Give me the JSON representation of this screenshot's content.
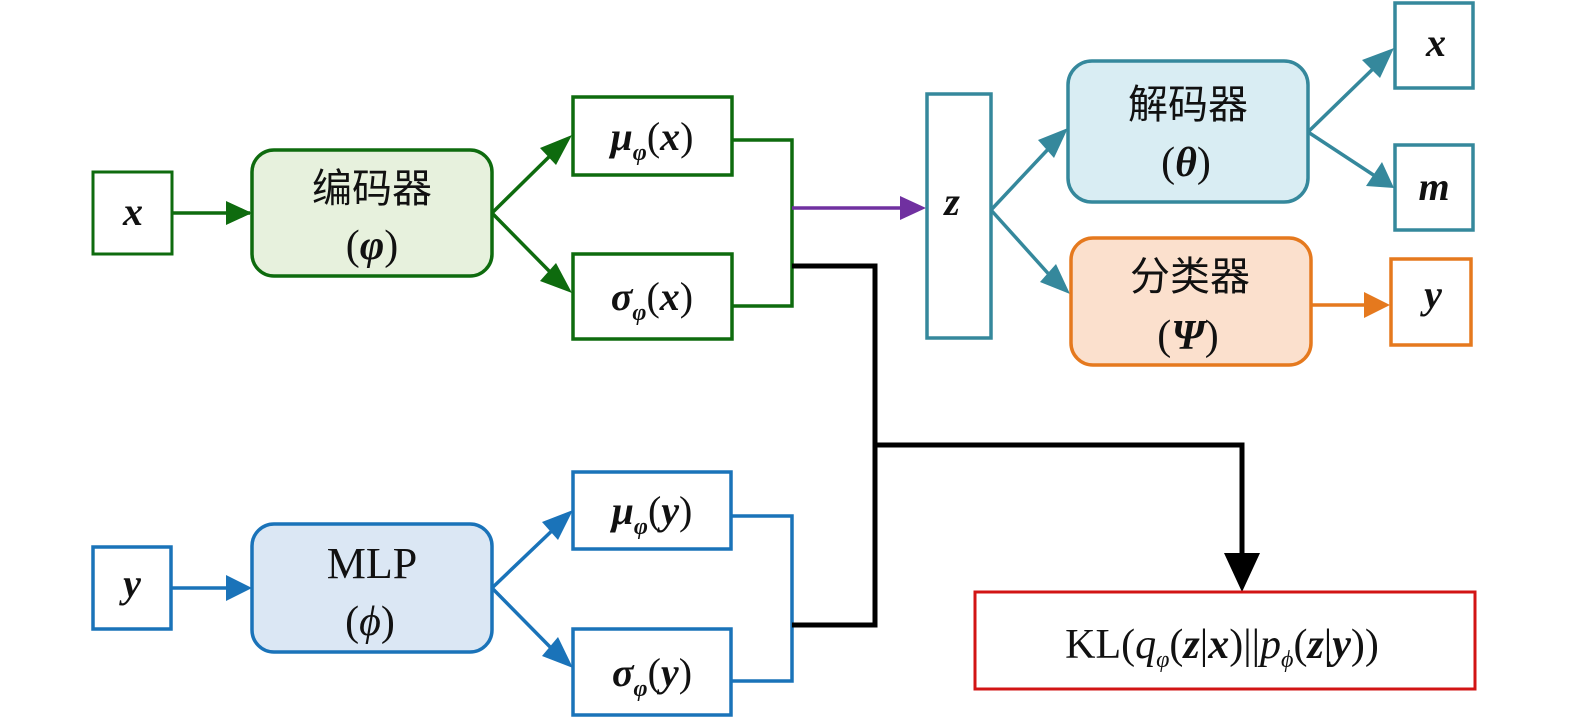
{
  "colors": {
    "encoder_stroke": "#0e6b0e",
    "encoder_fill": "#e7f1dd",
    "mlp_stroke": "#1a73b9",
    "mlp_fill": "#dbe7f4",
    "latent_stroke": "#35889c",
    "decoder_fill": "#d9edf3",
    "classifier_stroke": "#e5791e",
    "classifier_fill": "#fbe0cd",
    "sample_arrow": "#7030a0",
    "kl_line": "#000000",
    "kl_stroke": "#d21414"
  },
  "nodes": {
    "input_x": {
      "label": "x"
    },
    "encoder": {
      "label": "编码器",
      "param": "φ"
    },
    "mu_x": {
      "symbol": "μ",
      "sub": "φ",
      "arg": "x"
    },
    "sigma_x": {
      "symbol": "σ",
      "sub": "φ",
      "arg": "x"
    },
    "latent_z": {
      "label": "z"
    },
    "decoder": {
      "label": "解码器",
      "param": "θ"
    },
    "classifier": {
      "label": "分类器",
      "param": "Ψ"
    },
    "out_x": {
      "label": "x"
    },
    "out_m": {
      "label": "m"
    },
    "out_y": {
      "label": "y"
    },
    "input_y": {
      "label": "y"
    },
    "mlp": {
      "label": "MLP",
      "param": "ϕ"
    },
    "mu_y": {
      "symbol": "μ",
      "sub": "φ",
      "arg": "y"
    },
    "sigma_y": {
      "symbol": "σ",
      "sub": "φ",
      "arg": "y"
    },
    "kl": {
      "prefix": "KL",
      "q": "q",
      "q_sub": "φ",
      "p": "p",
      "p_sub": "ϕ",
      "z": "z",
      "x": "x",
      "y": "y",
      "bar": "|",
      "dbar": "||"
    }
  },
  "edges": [
    {
      "from": "input_x",
      "to": "encoder"
    },
    {
      "from": "encoder",
      "to": "mu_x"
    },
    {
      "from": "encoder",
      "to": "sigma_x"
    },
    {
      "from": "mu_x+sigma_x",
      "to": "latent_z"
    },
    {
      "from": "latent_z",
      "to": "decoder"
    },
    {
      "from": "latent_z",
      "to": "classifier"
    },
    {
      "from": "decoder",
      "to": "out_x"
    },
    {
      "from": "decoder",
      "to": "out_m"
    },
    {
      "from": "classifier",
      "to": "out_y"
    },
    {
      "from": "input_y",
      "to": "mlp"
    },
    {
      "from": "mlp",
      "to": "mu_y"
    },
    {
      "from": "mlp",
      "to": "sigma_y"
    },
    {
      "from": "mu_x+sigma_x+mu_y+sigma_y",
      "to": "kl"
    }
  ]
}
